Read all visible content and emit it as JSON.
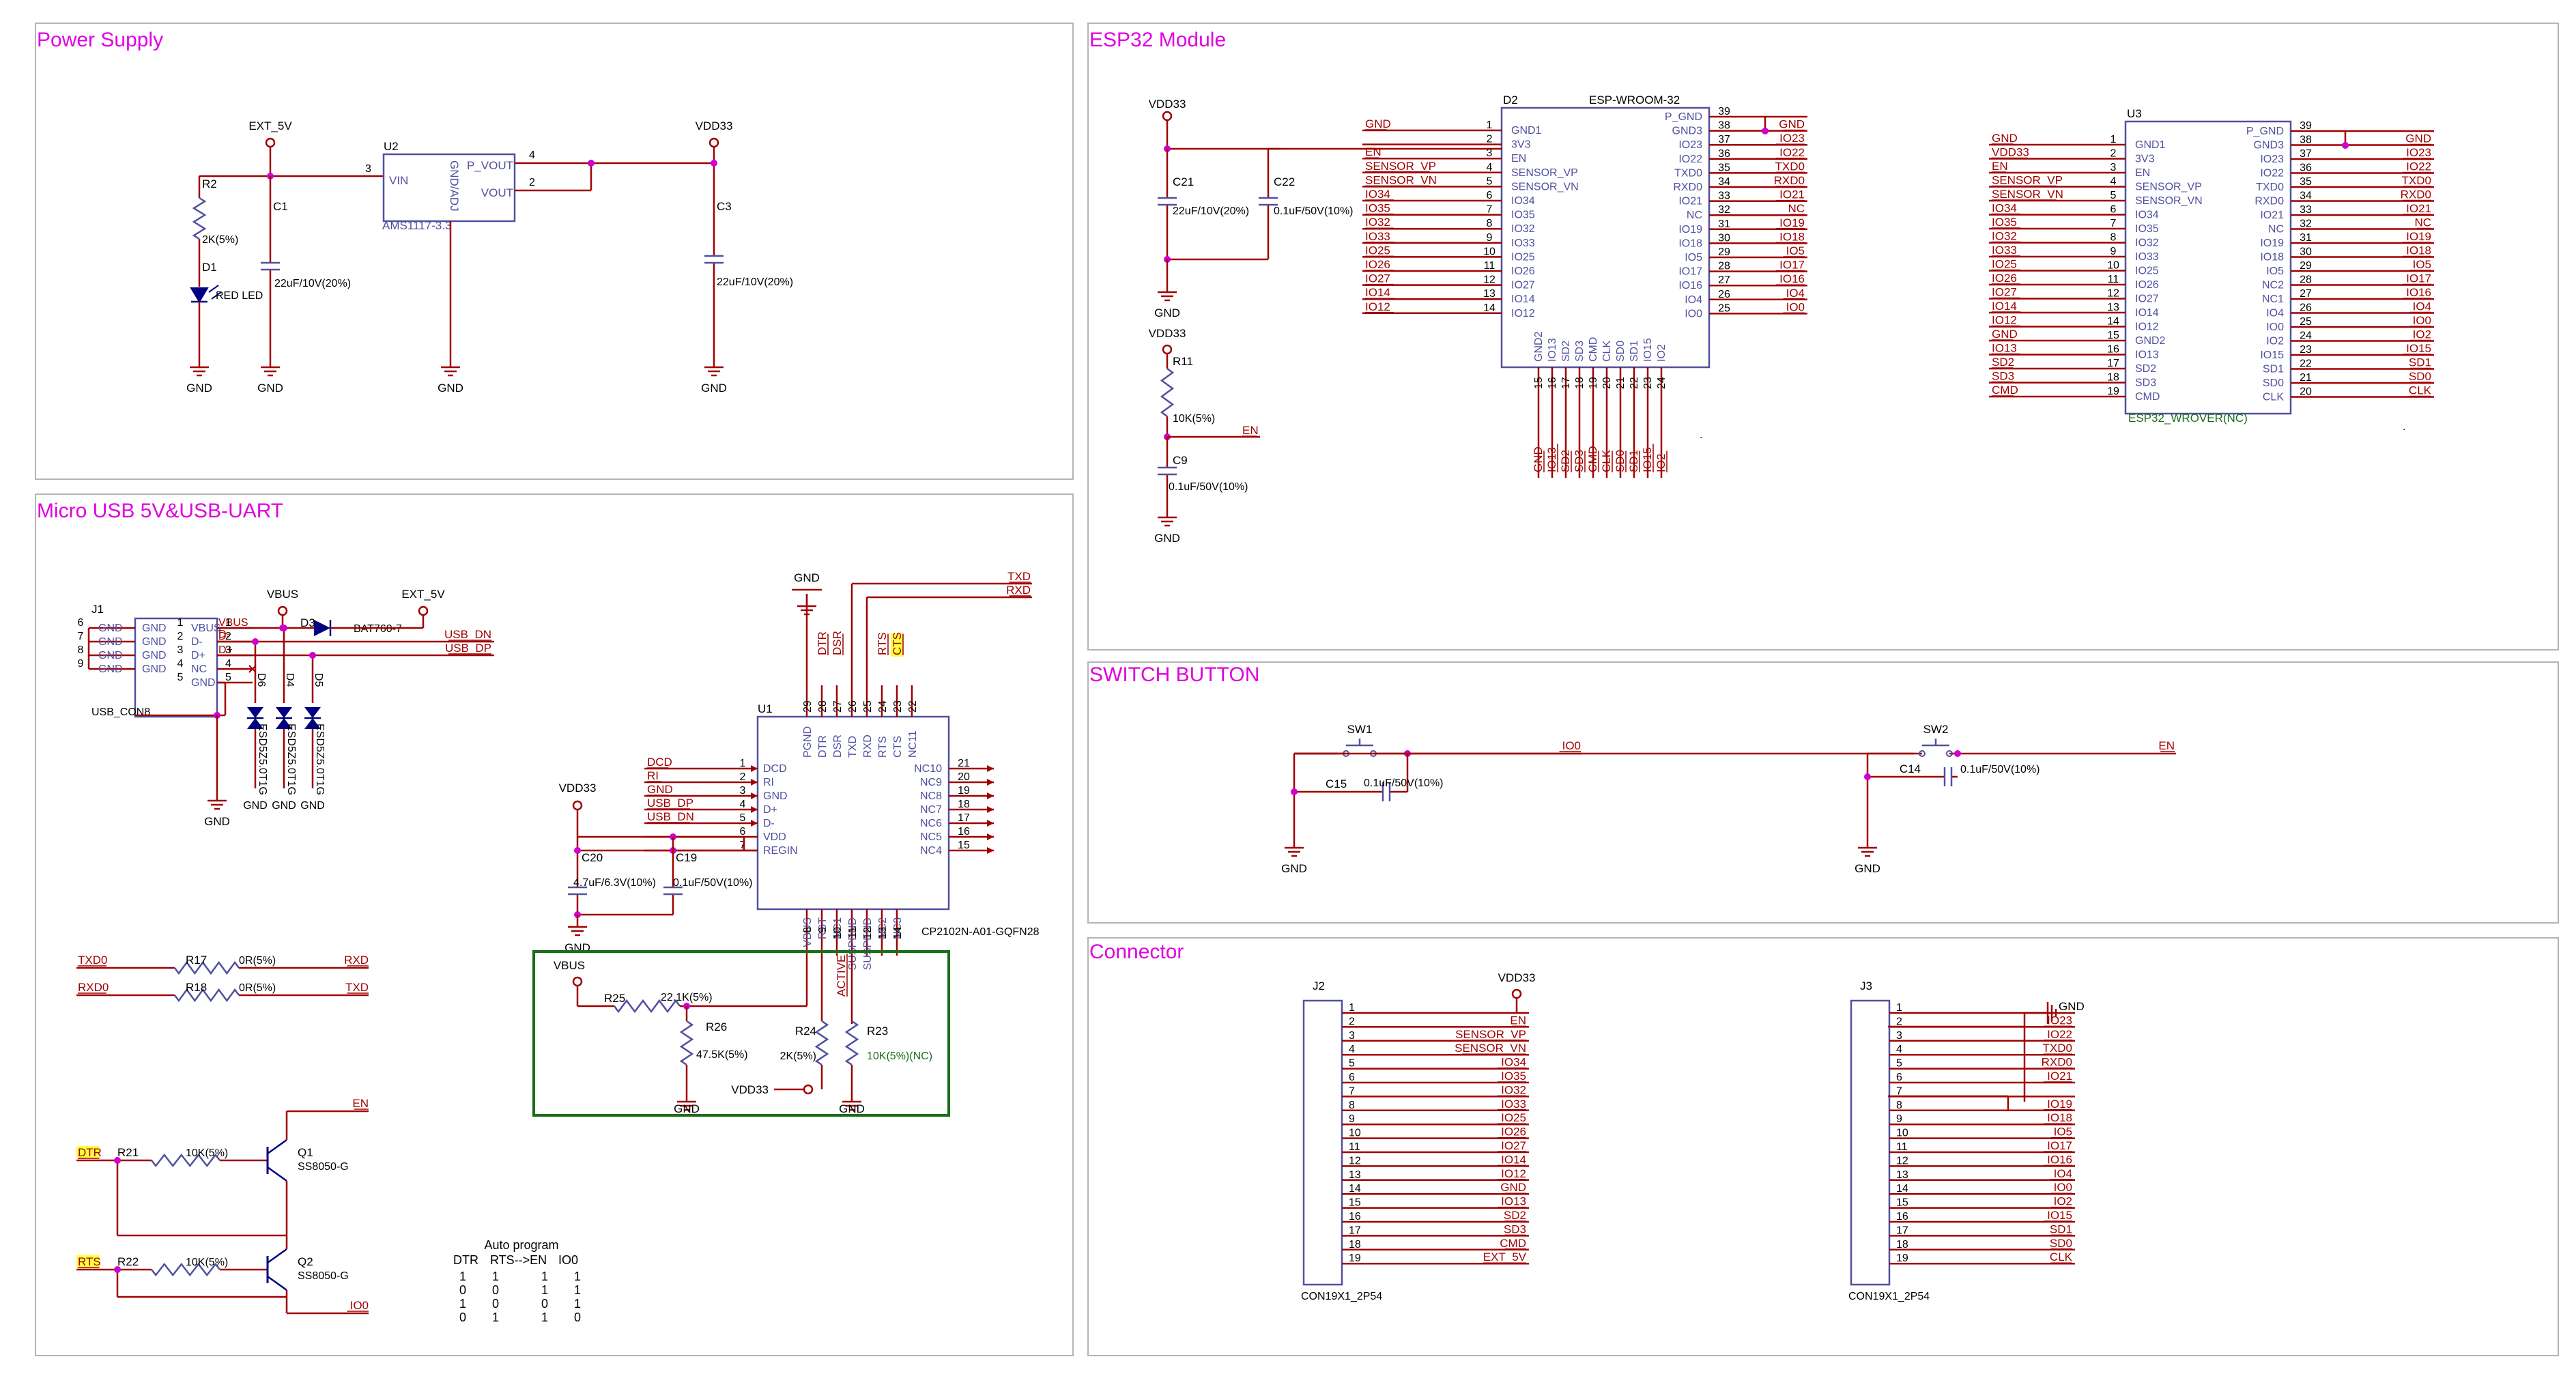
{
  "colors": {
    "frame": "#b4b4b4",
    "wire": "#a00000",
    "part": "#5050a0",
    "label": "#a00000",
    "ref": "#000080",
    "title": "#e000e0",
    "green": "#1a6e1a",
    "junction": "#d000d0",
    "highlight": "#ffff40"
  },
  "sections": {
    "power": {
      "title": "Power Supply"
    },
    "esp32": {
      "title": "ESP32 Module"
    },
    "usb": {
      "title": "Micro USB  5V&USB-UART"
    },
    "switch": {
      "title": "SWITCH BUTTON"
    },
    "connector": {
      "title": "Connector"
    }
  },
  "power_supply": {
    "ext5v": "EXT_5V",
    "vdd33": "VDD33",
    "u2": {
      "ref": "U2",
      "name": "AMS1117-3.3",
      "pins": {
        "vin": "VIN",
        "adj": "GND/ADJ",
        "pvout": "P_VOUT",
        "vout": "VOUT"
      },
      "num_vin": "3",
      "num_pvout": "4",
      "num_vout": "2"
    },
    "r2": {
      "ref": "R2",
      "value": "2K(5%)"
    },
    "d1": {
      "ref": "D1",
      "value": "RED LED"
    },
    "c1": {
      "ref": "C1",
      "value": "22uF/10V(20%)"
    },
    "c3": {
      "ref": "C3",
      "value": "22uF/10V(20%)"
    },
    "gnd": "GND"
  },
  "esp32_module": {
    "vdd33": "VDD33",
    "c21": {
      "ref": "C21",
      "value": "22uF/10V(20%)"
    },
    "c22": {
      "ref": "C22",
      "value": "0.1uF/50V(10%)"
    },
    "r11": {
      "ref": "R11",
      "value": "10K(5%)"
    },
    "c9": {
      "ref": "C9",
      "value": "0.1uF/50V(10%)"
    },
    "en": "EN",
    "gnd": "GND",
    "d2": {
      "ref": "D2",
      "name": "ESP-WROOM-32",
      "left": [
        {
          "n": "1",
          "p": "GND1",
          "net": "GND"
        },
        {
          "n": "2",
          "p": "3V3",
          "net": ""
        },
        {
          "n": "3",
          "p": "EN",
          "net": "EN"
        },
        {
          "n": "4",
          "p": "SENSOR_VP",
          "net": "SENSOR_VP"
        },
        {
          "n": "5",
          "p": "SENSOR_VN",
          "net": "SENSOR_VN"
        },
        {
          "n": "6",
          "p": "IO34",
          "net": "IO34"
        },
        {
          "n": "7",
          "p": "IO35",
          "net": "IO35"
        },
        {
          "n": "8",
          "p": "IO32",
          "net": "IO32"
        },
        {
          "n": "9",
          "p": "IO33",
          "net": "IO33"
        },
        {
          "n": "10",
          "p": "IO25",
          "net": "IO25"
        },
        {
          "n": "11",
          "p": "IO26",
          "net": "IO26"
        },
        {
          "n": "12",
          "p": "IO27",
          "net": "IO27"
        },
        {
          "n": "13",
          "p": "IO14",
          "net": "IO14"
        },
        {
          "n": "14",
          "p": "IO12",
          "net": "IO12"
        }
      ],
      "right": [
        {
          "n": "39",
          "p": "P_GND",
          "net": ""
        },
        {
          "n": "38",
          "p": "GND3",
          "net": "GND"
        },
        {
          "n": "37",
          "p": "IO23",
          "net": "IO23"
        },
        {
          "n": "36",
          "p": "IO22",
          "net": "IO22"
        },
        {
          "n": "35",
          "p": "TXD0",
          "net": "TXD0"
        },
        {
          "n": "34",
          "p": "RXD0",
          "net": "RXD0"
        },
        {
          "n": "33",
          "p": "IO21",
          "net": "IO21"
        },
        {
          "n": "32",
          "p": "NC",
          "net": "NC"
        },
        {
          "n": "31",
          "p": "IO19",
          "net": "IO19"
        },
        {
          "n": "30",
          "p": "IO18",
          "net": "IO18"
        },
        {
          "n": "29",
          "p": "IO5",
          "net": "IO5"
        },
        {
          "n": "28",
          "p": "IO17",
          "net": "IO17"
        },
        {
          "n": "27",
          "p": "IO16",
          "net": "IO16"
        },
        {
          "n": "26",
          "p": "IO4",
          "net": "IO4"
        },
        {
          "n": "25",
          "p": "IO0",
          "net": "IO0"
        }
      ],
      "bottom": [
        {
          "n": "15",
          "p": "GND2",
          "net": "GND"
        },
        {
          "n": "16",
          "p": "IO13",
          "net": "IO13"
        },
        {
          "n": "17",
          "p": "SD2",
          "net": "SD2"
        },
        {
          "n": "18",
          "p": "SD3",
          "net": "SD3"
        },
        {
          "n": "19",
          "p": "CMD",
          "net": "CMD"
        },
        {
          "n": "20",
          "p": "CLK",
          "net": "CLK"
        },
        {
          "n": "21",
          "p": "SD0",
          "net": "SD0"
        },
        {
          "n": "22",
          "p": "SD1",
          "net": "SD1"
        },
        {
          "n": "23",
          "p": "IO15",
          "net": "IO15"
        },
        {
          "n": "24",
          "p": "IO2",
          "net": "IO2"
        }
      ]
    },
    "u3": {
      "ref": "U3",
      "name": "ESP32_WROVER(NC)",
      "left": [
        {
          "n": "1",
          "p": "GND1",
          "net": "GND"
        },
        {
          "n": "2",
          "p": "3V3",
          "net": "VDD33"
        },
        {
          "n": "3",
          "p": "EN",
          "net": "EN"
        },
        {
          "n": "4",
          "p": "SENSOR_VP",
          "net": "SENSOR_VP"
        },
        {
          "n": "5",
          "p": "SENSOR_VN",
          "net": "SENSOR_VN"
        },
        {
          "n": "6",
          "p": "IO34",
          "net": "IO34"
        },
        {
          "n": "7",
          "p": "IO35",
          "net": "IO35"
        },
        {
          "n": "8",
          "p": "IO32",
          "net": "IO32"
        },
        {
          "n": "9",
          "p": "IO33",
          "net": "IO33"
        },
        {
          "n": "10",
          "p": "IO25",
          "net": "IO25"
        },
        {
          "n": "11",
          "p": "IO26",
          "net": "IO26"
        },
        {
          "n": "12",
          "p": "IO27",
          "net": "IO27"
        },
        {
          "n": "13",
          "p": "IO14",
          "net": "IO14"
        },
        {
          "n": "14",
          "p": "IO12",
          "net": "IO12"
        },
        {
          "n": "15",
          "p": "GND2",
          "net": "GND"
        },
        {
          "n": "16",
          "p": "IO13",
          "net": "IO13"
        },
        {
          "n": "17",
          "p": "SD2",
          "net": "SD2"
        },
        {
          "n": "18",
          "p": "SD3",
          "net": "SD3"
        },
        {
          "n": "19",
          "p": "CMD",
          "net": "CMD"
        }
      ],
      "right": [
        {
          "n": "39",
          "p": "P_GND",
          "net": ""
        },
        {
          "n": "38",
          "p": "GND3",
          "net": "GND"
        },
        {
          "n": "37",
          "p": "IO23",
          "net": "IO23"
        },
        {
          "n": "36",
          "p": "IO22",
          "net": "IO22"
        },
        {
          "n": "35",
          "p": "TXD0",
          "net": "TXD0"
        },
        {
          "n": "34",
          "p": "RXD0",
          "net": "RXD0"
        },
        {
          "n": "33",
          "p": "IO21",
          "net": "IO21"
        },
        {
          "n": "32",
          "p": "NC",
          "net": "NC"
        },
        {
          "n": "31",
          "p": "IO19",
          "net": "IO19"
        },
        {
          "n": "30",
          "p": "IO18",
          "net": "IO18"
        },
        {
          "n": "29",
          "p": "IO5",
          "net": "IO5"
        },
        {
          "n": "28",
          "p": "IO17",
          "net": "IO17"
        },
        {
          "n": "27",
          "p": "IO16",
          "net": "IO16"
        },
        {
          "n": "26",
          "p": "IO4",
          "net": "IO4"
        },
        {
          "n": "25",
          "p": "IO0",
          "net": "IO0"
        },
        {
          "n": "24",
          "p": "IO2",
          "net": "IO2"
        },
        {
          "n": "23",
          "p": "IO15",
          "net": "IO15"
        },
        {
          "n": "22",
          "p": "SD1",
          "net": "SD1"
        },
        {
          "n": "21",
          "p": "SD0",
          "net": "SD0"
        },
        {
          "n": "20",
          "p": "CLK",
          "net": "CLK"
        }
      ],
      "inner_right": [
        "P_GND",
        "GND3",
        "IO23",
        "IO22",
        "TXD0",
        "RXD0",
        "IO21",
        "NC",
        "IO19",
        "IO18",
        "IO5",
        "NC2",
        "NC1",
        "IO4",
        "IO0",
        "IO2",
        "IO15",
        "SD1",
        "SD0",
        "CLK"
      ]
    }
  },
  "usb_uart": {
    "j1": {
      "ref": "J1",
      "name": "USB_CON8",
      "pins": [
        {
          "n": "6",
          "p": "GND"
        },
        {
          "n": "7",
          "p": "GND"
        },
        {
          "n": "8",
          "p": "GND"
        },
        {
          "n": "9",
          "p": "GND"
        }
      ],
      "right": [
        {
          "n": "1",
          "p": "VBUS",
          "net": "VBUS"
        },
        {
          "n": "2",
          "p": "D-",
          "net": "D-"
        },
        {
          "n": "3",
          "p": "D+",
          "net": "D+"
        },
        {
          "n": "4",
          "p": "NC",
          "net": ""
        },
        {
          "n": "5",
          "p": "GND",
          "net": ""
        }
      ]
    },
    "vbus": "VBUS",
    "ext5v": "EXT_5V",
    "d3": {
      "ref": "D3",
      "value": "BAT760-7"
    },
    "usb_dn": "USB_DN",
    "usb_dp": "USB_DP",
    "d6": {
      "ref": "D6",
      "value": "ESD5Z5.0T1G"
    },
    "d4": {
      "ref": "D4",
      "value": "ESD5Z5.0T1G"
    },
    "d5": {
      "ref": "D5",
      "value": "ESD5Z5.0T1G"
    },
    "gnd": "GND",
    "u1": {
      "ref": "U1",
      "name": "CP2102N-A01-GQFN28",
      "top": [
        {
          "n": "29",
          "p": "PGND"
        },
        {
          "n": "28",
          "p": "DTR",
          "net": "DTR"
        },
        {
          "n": "27",
          "p": "DSR",
          "net": "DSR"
        },
        {
          "n": "26",
          "p": "TXD"
        },
        {
          "n": "25",
          "p": "RXD"
        },
        {
          "n": "24",
          "p": "RTS",
          "net": "RTS"
        },
        {
          "n": "23",
          "p": "CTS",
          "net": "CTS"
        },
        {
          "n": "22",
          "p": "NC11"
        }
      ],
      "left": [
        {
          "n": "1",
          "p": "DCD",
          "net": "DCD"
        },
        {
          "n": "2",
          "p": "RI",
          "net": "RI"
        },
        {
          "n": "3",
          "p": "GND",
          "net": "GND"
        },
        {
          "n": "4",
          "p": "D+",
          "net": "USB_DP"
        },
        {
          "n": "5",
          "p": "D-",
          "net": "USB_DN"
        },
        {
          "n": "6",
          "p": "VDD"
        },
        {
          "n": "7",
          "p": "REGIN"
        }
      ],
      "right": [
        {
          "n": "21",
          "p": "NC10"
        },
        {
          "n": "20",
          "p": "NC9"
        },
        {
          "n": "19",
          "p": "NC8"
        },
        {
          "n": "18",
          "p": "NC7"
        },
        {
          "n": "17",
          "p": "NC6"
        },
        {
          "n": "16",
          "p": "NC5"
        },
        {
          "n": "15",
          "p": "NC4"
        }
      ],
      "bottom": [
        {
          "n": "8",
          "p": "VBUS"
        },
        {
          "n": "9",
          "p": "RST"
        },
        {
          "n": "10",
          "p": "NC1"
        },
        {
          "n": "11",
          "p": "SUSPEND"
        },
        {
          "n": "12",
          "p": "SUSPEND"
        },
        {
          "n": "13",
          "p": "NC2"
        },
        {
          "n": "14",
          "p": "NC3"
        }
      ]
    },
    "txd": "TXD",
    "rxd": "RXD",
    "active": "ACTIVE",
    "vdd33": "VDD33",
    "c20": {
      "ref": "C20",
      "value": "4.7uF/6.3V(10%)"
    },
    "c19": {
      "ref": "C19",
      "value": "0.1uF/50V(10%)"
    },
    "r17": {
      "ref": "R17",
      "value": "0R(5%)",
      "left": "TXD0",
      "right": "RXD"
    },
    "r18": {
      "ref": "R18",
      "value": "0R(5%)",
      "left": "RXD0",
      "right": "TXD"
    },
    "r25": {
      "ref": "R25",
      "value": "22.1K(5%)"
    },
    "r26": {
      "ref": "R26",
      "value": "47.5K(5%)"
    },
    "r24": {
      "ref": "R24",
      "value": "2K(5%)"
    },
    "r23": {
      "ref": "R23",
      "value": "10K(5%)(NC)"
    },
    "r21": {
      "ref": "R21",
      "value": "10K(5%)"
    },
    "r22": {
      "ref": "R22",
      "value": "10K(5%)"
    },
    "q1": {
      "ref": "Q1",
      "value": "SS8050-G"
    },
    "q2": {
      "ref": "Q2",
      "value": "SS8050-G"
    },
    "dtr": "DTR",
    "rts": "RTS",
    "en": "EN",
    "io0": "IO0",
    "auto_program": {
      "title": "Auto program",
      "header": [
        "DTR",
        "RTS-->EN",
        "IO0"
      ],
      "rows": [
        [
          "1",
          "1",
          "1",
          "1"
        ],
        [
          "0",
          "0",
          "1",
          "1"
        ],
        [
          "1",
          "0",
          "0",
          "1"
        ],
        [
          "0",
          "1",
          "1",
          "0"
        ]
      ]
    }
  },
  "switch_button": {
    "sw1": {
      "ref": "SW1"
    },
    "sw2": {
      "ref": "SW2"
    },
    "c15": {
      "ref": "C15",
      "value": "0.1uF/50V(10%)"
    },
    "c14": {
      "ref": "C14",
      "value": "0.1uF/50V(10%)"
    },
    "io0": "IO0",
    "en": "EN",
    "gnd": "GND"
  },
  "connectors": {
    "j2": {
      "ref": "J2",
      "name": "CON19X1_2P54",
      "top_label": "VDD33",
      "pins": [
        {
          "n": "1",
          "net": ""
        },
        {
          "n": "2",
          "net": "EN"
        },
        {
          "n": "3",
          "net": "SENSOR_VP"
        },
        {
          "n": "4",
          "net": "SENSOR_VN"
        },
        {
          "n": "5",
          "net": "IO34"
        },
        {
          "n": "6",
          "net": "IO35"
        },
        {
          "n": "7",
          "net": "IO32"
        },
        {
          "n": "8",
          "net": "IO33"
        },
        {
          "n": "9",
          "net": "IO25"
        },
        {
          "n": "10",
          "net": "IO26"
        },
        {
          "n": "11",
          "net": "IO27"
        },
        {
          "n": "12",
          "net": "IO14"
        },
        {
          "n": "13",
          "net": "IO12"
        },
        {
          "n": "14",
          "net": "GND"
        },
        {
          "n": "15",
          "net": "IO13"
        },
        {
          "n": "16",
          "net": "SD2"
        },
        {
          "n": "17",
          "net": "SD3"
        },
        {
          "n": "18",
          "net": "CMD"
        },
        {
          "n": "19",
          "net": "EXT_5V"
        }
      ]
    },
    "j3": {
      "ref": "J3",
      "name": "CON19X1_2P54",
      "top_label": "GND",
      "pins": [
        {
          "n": "1",
          "net": ""
        },
        {
          "n": "2",
          "net": "IO23"
        },
        {
          "n": "3",
          "net": "IO22"
        },
        {
          "n": "4",
          "net": "TXD0"
        },
        {
          "n": "5",
          "net": "RXD0"
        },
        {
          "n": "6",
          "net": "IO21"
        },
        {
          "n": "7",
          "net": ""
        },
        {
          "n": "8",
          "net": "IO19"
        },
        {
          "n": "9",
          "net": "IO18"
        },
        {
          "n": "10",
          "net": "IO5"
        },
        {
          "n": "11",
          "net": "IO17"
        },
        {
          "n": "12",
          "net": "IO16"
        },
        {
          "n": "13",
          "net": "IO4"
        },
        {
          "n": "14",
          "net": "IO0"
        },
        {
          "n": "15",
          "net": "IO2"
        },
        {
          "n": "16",
          "net": "IO15"
        },
        {
          "n": "17",
          "net": "SD1"
        },
        {
          "n": "18",
          "net": "SD0"
        },
        {
          "n": "19",
          "net": "CLK"
        }
      ]
    }
  }
}
